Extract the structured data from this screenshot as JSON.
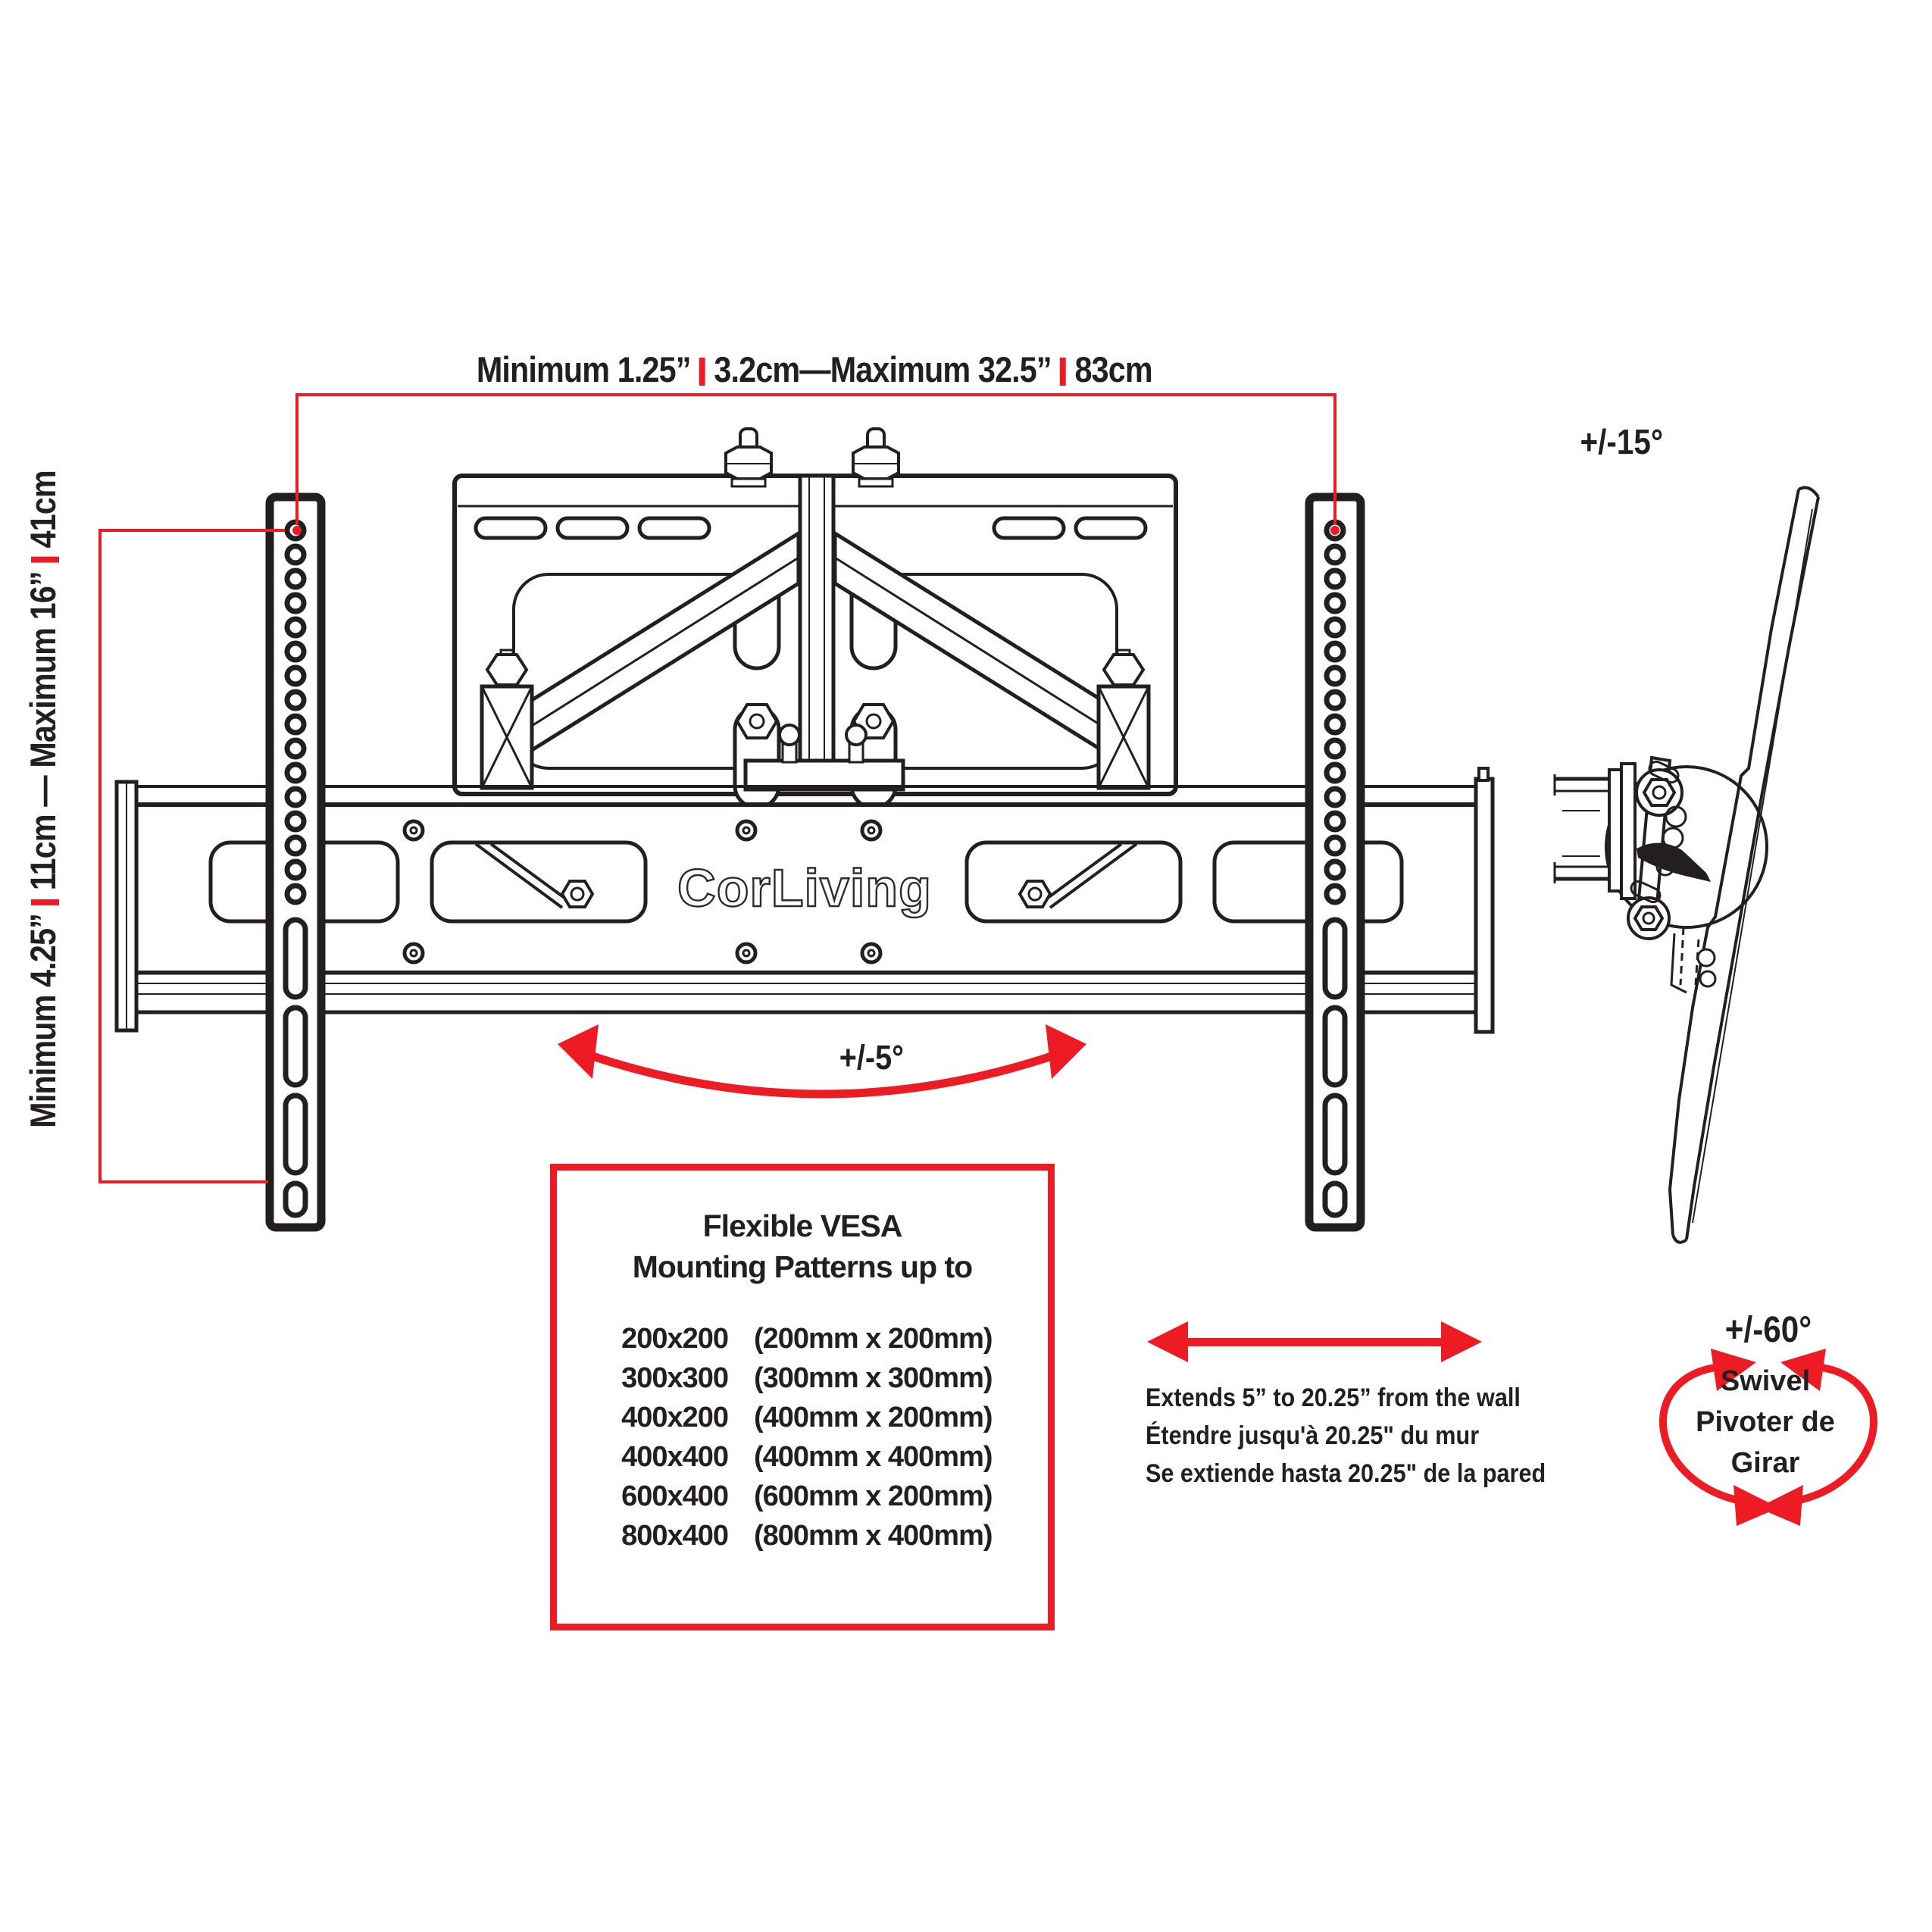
{
  "page": {
    "background": "#ffffff"
  },
  "colors": {
    "accent_red": "#ED1C24",
    "line_black": "#231F20"
  },
  "brand": {
    "logo_text": "CorLiving"
  },
  "dimensions": {
    "top": {
      "part1": "Minimum 1.25”",
      "part2": "3.2cm—Maximum 32.5”",
      "part3": "83cm"
    },
    "left": {
      "part1": "Minimum 4.25”",
      "part2": "11cm — Maximum 16”",
      "part3": "41cm"
    }
  },
  "angles": {
    "tilt": "+/-15°",
    "pan": "+/-5°",
    "swivel": {
      "degrees": "+/-60°",
      "line1": "Swivel",
      "line2": "Pivoter de",
      "line3": "Girar"
    }
  },
  "extension_note": {
    "line1": "Extends 5” to 20.25” from the wall",
    "line2": "Étendre jusqu'à 20.25\" du mur",
    "line3": "Se extiende hasta 20.25\" de la pared"
  },
  "vesa": {
    "title_line1": "Flexible VESA",
    "title_line2": "Mounting Patterns up to",
    "rows": [
      {
        "size": "200x200",
        "mm": "(200mm x 200mm)"
      },
      {
        "size": "300x300",
        "mm": "(300mm x 300mm)"
      },
      {
        "size": "400x200",
        "mm": "(400mm x 200mm)"
      },
      {
        "size": "400x400",
        "mm": "(400mm x 400mm)"
      },
      {
        "size": "600x400",
        "mm": "(600mm x 200mm)"
      },
      {
        "size": "800x400",
        "mm": "(800mm x 400mm)"
      }
    ]
  }
}
